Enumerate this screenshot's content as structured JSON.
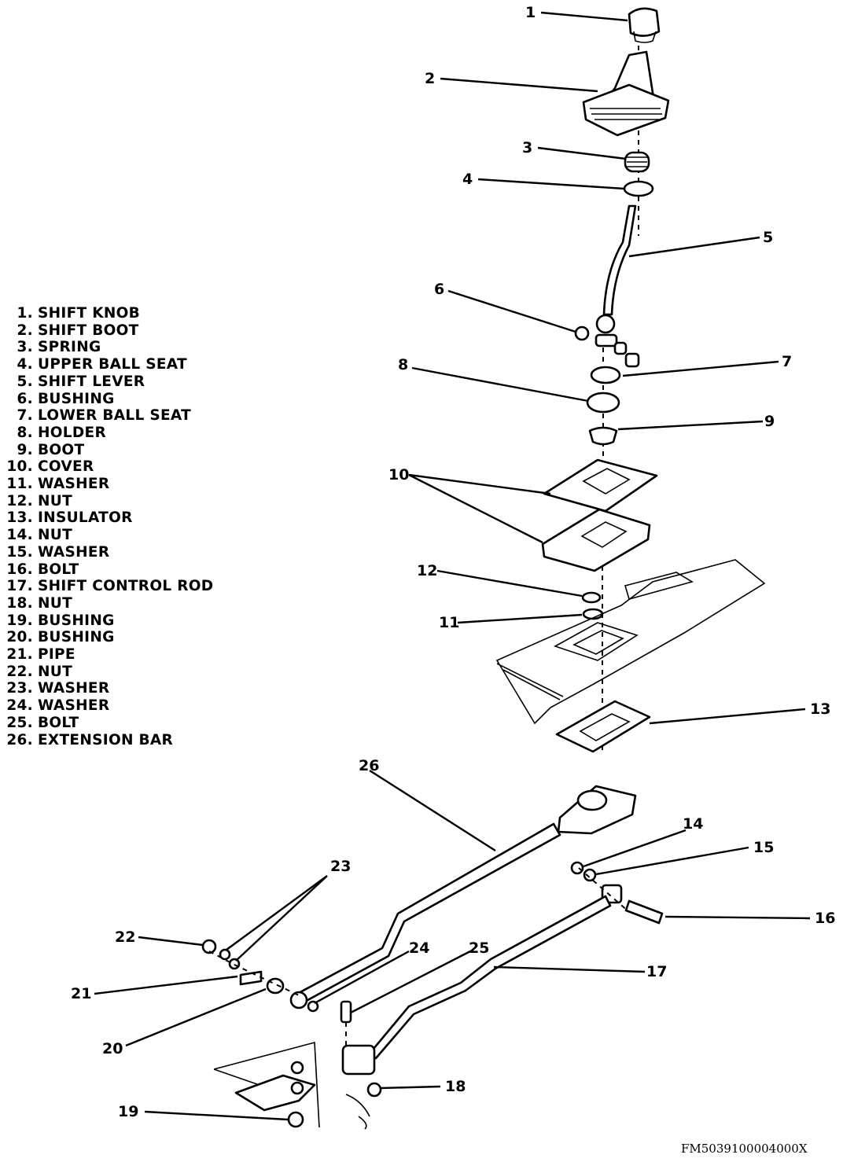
{
  "legend": [
    {
      "num": "1.",
      "name": "SHIFT KNOB"
    },
    {
      "num": "2.",
      "name": "SHIFT BOOT"
    },
    {
      "num": "3.",
      "name": "SPRING"
    },
    {
      "num": "4.",
      "name": "UPPER BALL SEAT"
    },
    {
      "num": "5.",
      "name": "SHIFT LEVER"
    },
    {
      "num": "6.",
      "name": "BUSHING"
    },
    {
      "num": "7.",
      "name": "LOWER BALL SEAT"
    },
    {
      "num": "8.",
      "name": "HOLDER"
    },
    {
      "num": "9.",
      "name": "BOOT"
    },
    {
      "num": "10.",
      "name": "COVER"
    },
    {
      "num": "11.",
      "name": "WASHER"
    },
    {
      "num": "12.",
      "name": "NUT"
    },
    {
      "num": "13.",
      "name": "INSULATOR"
    },
    {
      "num": "14.",
      "name": "NUT"
    },
    {
      "num": "15.",
      "name": "WASHER"
    },
    {
      "num": "16.",
      "name": "BOLT"
    },
    {
      "num": "17.",
      "name": "SHIFT CONTROL ROD"
    },
    {
      "num": "18.",
      "name": "NUT"
    },
    {
      "num": "19.",
      "name": "BUSHING"
    },
    {
      "num": "20.",
      "name": "BUSHING"
    },
    {
      "num": "21.",
      "name": "PIPE"
    },
    {
      "num": "22.",
      "name": "NUT"
    },
    {
      "num": "23.",
      "name": "WASHER"
    },
    {
      "num": "24.",
      "name": "WASHER"
    },
    {
      "num": "25.",
      "name": "BOLT"
    },
    {
      "num": "26.",
      "name": "EXTENSION BAR"
    }
  ],
  "callouts": [
    "1",
    "2",
    "3",
    "4",
    "5",
    "6",
    "7",
    "8",
    "9",
    "10",
    "11",
    "12",
    "13",
    "14",
    "15",
    "16",
    "17",
    "18",
    "19",
    "20",
    "21",
    "22",
    "23",
    "24",
    "25",
    "26"
  ],
  "figure_code": "FM5039100004000X"
}
